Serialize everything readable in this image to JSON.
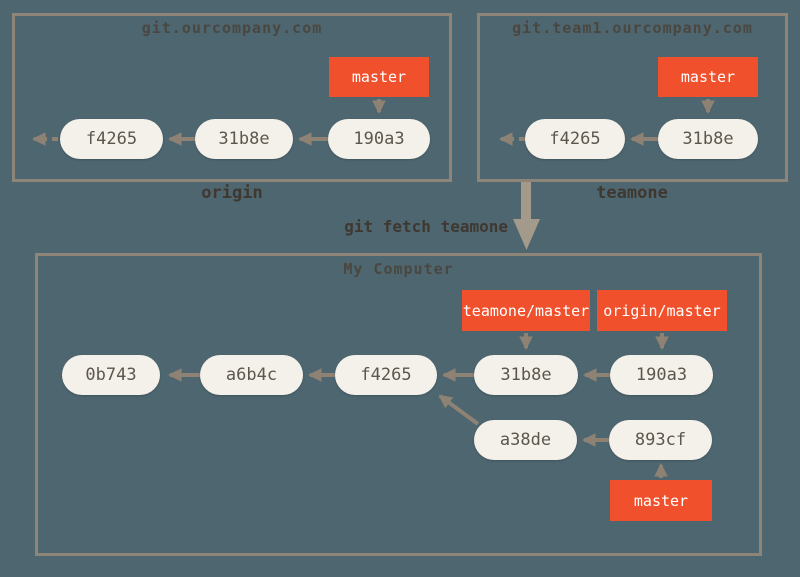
{
  "colors": {
    "background": "#4e6670",
    "box_border": "#8e8579",
    "node_fill": "#f4f1ea",
    "node_text": "#5c564d",
    "branch_bg": "#f0502c",
    "branch_text": "#ffffff",
    "arrow": "#8d8274",
    "thick_arrow": "#a39a8c",
    "title_text": "#4a4238",
    "label_text": "#3f3831"
  },
  "remote_origin": {
    "title": "git.ourcompany.com",
    "caption": "origin",
    "branch": "master",
    "commits": [
      "f4265",
      "31b8e",
      "190a3"
    ]
  },
  "remote_teamone": {
    "title": "git.team1.ourcompany.com",
    "caption": "teamone",
    "branch": "master",
    "commits": [
      "f4265",
      "31b8e"
    ]
  },
  "fetch_label": "git fetch teamone",
  "local": {
    "title": "My Computer",
    "remote_branch_teamone": "teamone/master",
    "remote_branch_origin": "origin/master",
    "branch_master": "master",
    "commits_main": [
      "0b743",
      "a6b4c",
      "f4265",
      "31b8e",
      "190a3"
    ],
    "commits_topic": [
      "a38de",
      "893cf"
    ]
  }
}
